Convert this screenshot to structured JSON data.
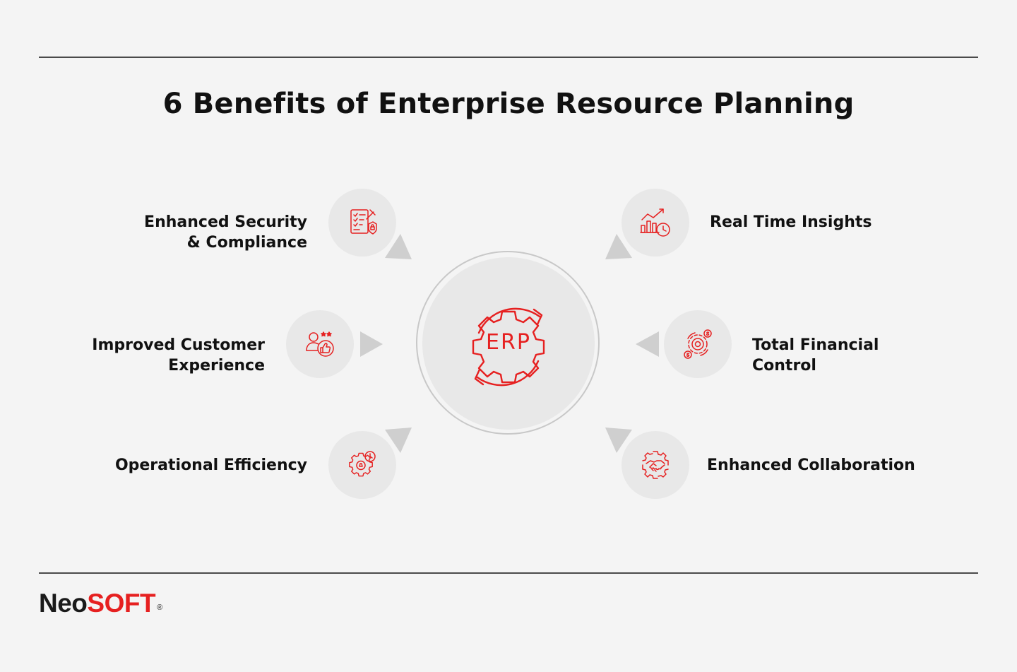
{
  "title": "6 Benefits of Enterprise Resource Planning",
  "center": {
    "label": "ERP",
    "icon": "gear-cycle-icon"
  },
  "benefits": [
    {
      "lines": [
        "Enhanced Security",
        "& Compliance"
      ],
      "icon": "security-checklist-icon",
      "side": "left"
    },
    {
      "lines": [
        "Improved Customer",
        "Experience"
      ],
      "icon": "customer-thumbs-up-icon",
      "side": "left"
    },
    {
      "lines": [
        "Operational Efficiency"
      ],
      "icon": "gear-clock-icon",
      "side": "left"
    },
    {
      "lines": [
        "Real Time Insights"
      ],
      "icon": "chart-clock-icon",
      "side": "right"
    },
    {
      "lines": [
        "Total Financial",
        "Control"
      ],
      "icon": "financial-gear-icon",
      "side": "right"
    },
    {
      "lines": [
        "Enhanced Collaboration"
      ],
      "icon": "handshake-gear-icon",
      "side": "right"
    }
  ],
  "logo": {
    "part1": "Neo",
    "part2": "SOFT",
    "mark": "®"
  },
  "colors": {
    "accent": "#e62020",
    "bubble": "#e8e8e8",
    "pointer": "#cfcfcf",
    "background": "#f4f4f4"
  }
}
